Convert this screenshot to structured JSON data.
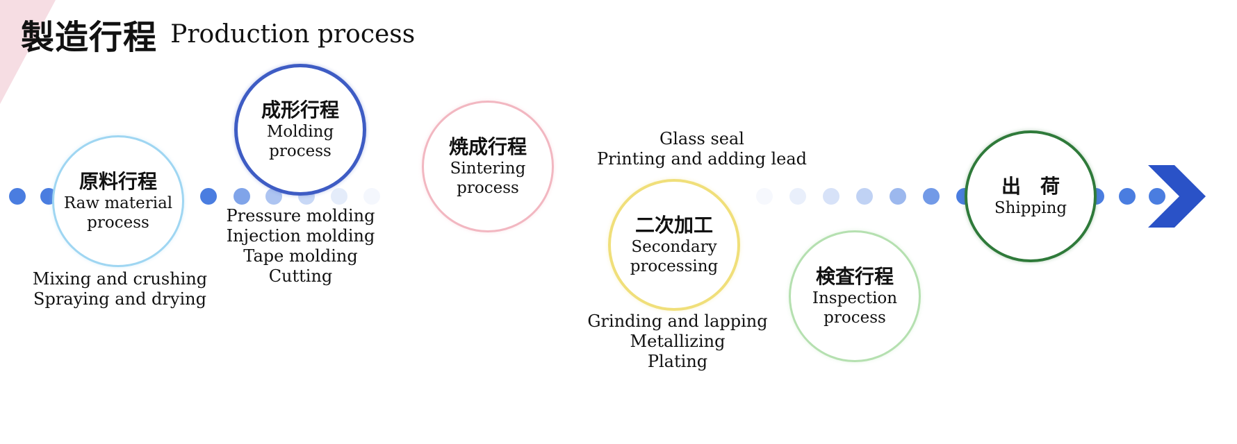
{
  "header": {
    "title_jp": "製造行程",
    "title_en": "Production process"
  },
  "steps": [
    {
      "jp": "原料行程",
      "en": [
        "Raw material",
        "process"
      ],
      "color": "#9fd6f2"
    },
    {
      "jp": "成形行程",
      "en": [
        "Molding",
        "process"
      ],
      "color": "#3e5cc4"
    },
    {
      "jp": "焼成行程",
      "en": [
        "Sintering",
        "process"
      ],
      "color": "#f2b7c1"
    },
    {
      "jp": "二次加工",
      "en": [
        "Secondary",
        "processing"
      ],
      "color": "#f0df7a"
    },
    {
      "jp": "検査行程",
      "en": [
        "Inspection",
        "process"
      ],
      "color": "#b5e0b0"
    },
    {
      "jp": "出　荷",
      "en": [
        "Shipping"
      ],
      "color": "#2f7a3a"
    }
  ],
  "notes": {
    "raw_material": [
      "Mixing and crushing",
      "Spraying and drying"
    ],
    "molding": [
      "Pressure molding",
      "Injection molding",
      "Tape molding",
      "Cutting"
    ],
    "secondary_top": [
      "Glass seal",
      "Printing and adding lead"
    ],
    "secondary_bottom": [
      "Grinding and lapping",
      "Metallizing",
      "Plating"
    ]
  },
  "colors": {
    "arrow": "#2a52c7",
    "dot": "#4a7de0"
  }
}
